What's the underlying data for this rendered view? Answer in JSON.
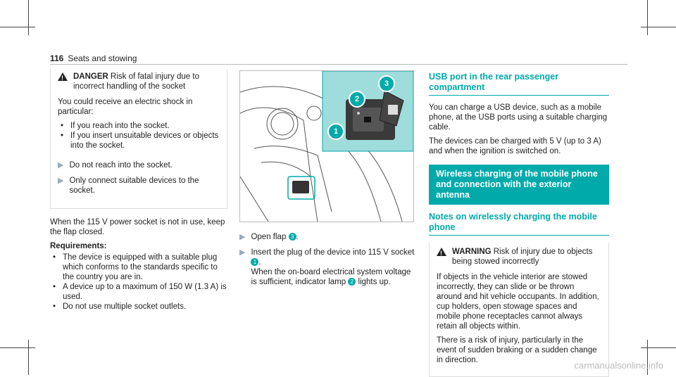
{
  "header": {
    "page_number": "116",
    "section": "Seats and stowing"
  },
  "danger": {
    "title": "DANGER",
    "heading": "Risk of fatal injury due to incorrect handling of the socket",
    "intro": "You could receive an electric shock in particular:",
    "bullets": [
      "If you reach into the socket.",
      "If you insert unsuitable devices or objects into the socket."
    ],
    "actions": [
      "Do not reach into the socket.",
      "Only connect suitable devices to the socket."
    ]
  },
  "left": {
    "text1": "When the 115 V power socket is not in use, keep the flap closed.",
    "req_label": "Requirements:",
    "req_bullets": [
      "The device is equipped with a suitable plug which conforms to the standards specific to the country you are in.",
      "A device up to a maximum of 150 W (1.3 A) is used.",
      "Do not use multiple socket outlets."
    ]
  },
  "figure": {
    "callouts": [
      "1",
      "2",
      "3"
    ]
  },
  "mid": {
    "step1_a": "Open flap",
    "step1_num": "3",
    "step1_b": ".",
    "step2_a": "Insert the plug of the device into 115 V socket",
    "step2_num": "1",
    "step2_b": ".",
    "step2_c": "When the on-board electrical system voltage is sufficient, indicator lamp",
    "step2_num2": "2",
    "step2_d": "lights up."
  },
  "right": {
    "usb_heading": "USB port in the rear passenger compartment",
    "usb_p1": "You can charge a USB device, such as a mobile phone, at the USB ports using a suitable charging cable.",
    "usb_p2": "The devices can be charged with 5 V (up to 3 A) and when the ignition is switched on.",
    "band_heading": "Wireless charging of the mobile phone and connection with the exterior antenna",
    "notes_heading": "Notes on wirelessly charging the mobile phone",
    "warning": {
      "title": "WARNING",
      "heading": "Risk of injury due to objects being stowed incorrectly",
      "p1": "If objects in the vehicle interior are stowed incorrectly, they can slide or be thrown around and hit vehicle occupants. In addition, cup holders, open stowage spaces and mobile phone receptacles cannot always retain all objects within.",
      "p2": "There is a risk of injury, particularly in the event of sudden braking or a sudden change in direction."
    }
  },
  "watermark": "carmanualsonline.info"
}
